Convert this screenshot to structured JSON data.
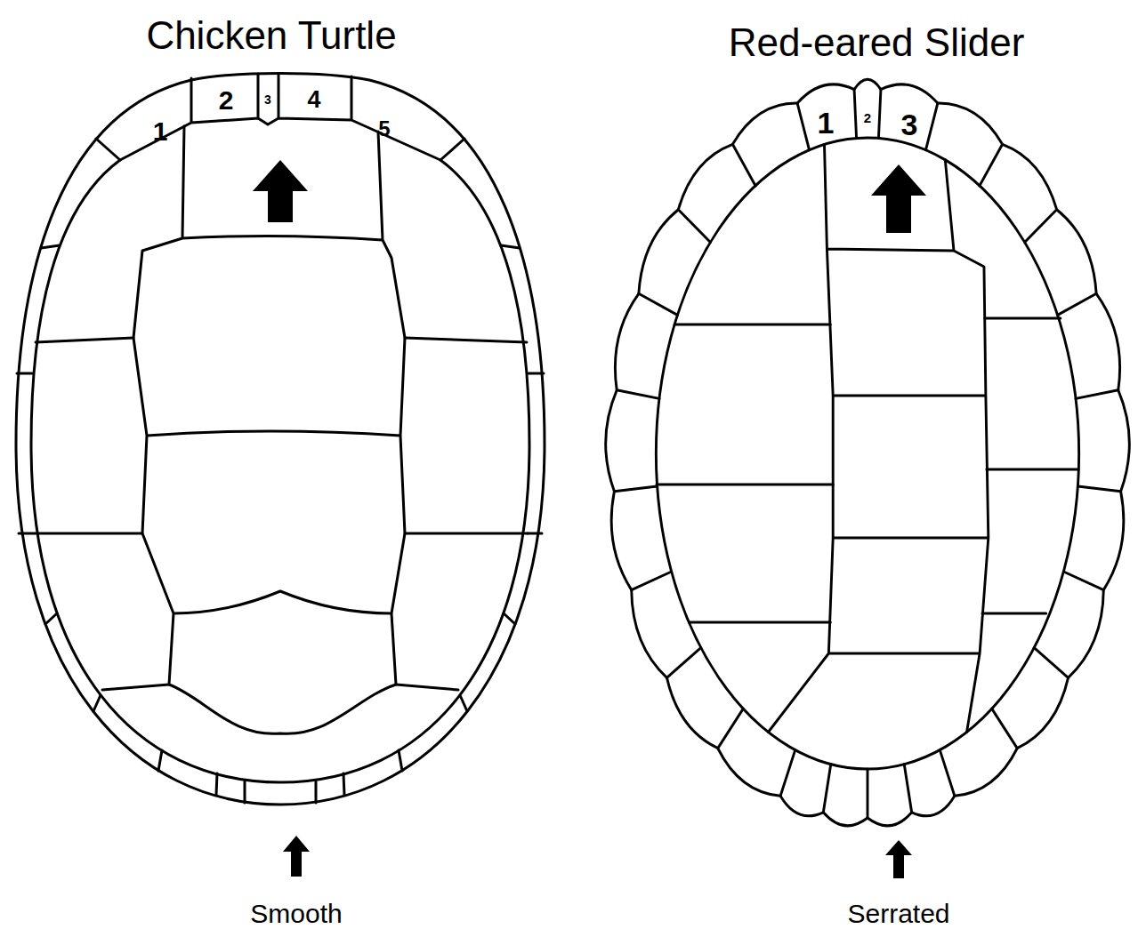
{
  "diagram": {
    "labels": [
      "Chicken Turtle",
      "Red-eared Slider",
      "1",
      "2",
      "3",
      "4",
      "5",
      "1",
      "2",
      "3",
      "Smooth",
      "Serrated"
    ]
  }
}
